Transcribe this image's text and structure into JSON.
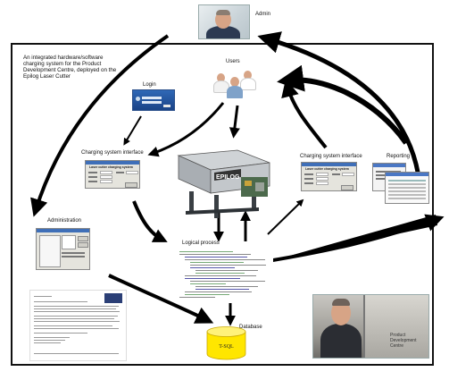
{
  "labels": {
    "admin": "Admin",
    "users": "Users",
    "login": "Login",
    "charging_left": "Charging system interface",
    "charging_right": "Charging system interface",
    "reporting": "Reporting",
    "administration": "Administration",
    "logical_process": "Logical process",
    "database": "Database",
    "db_cylinder_text": "T-SQL",
    "intro_text": "An integrated hardware/software charging system for the Product Development Centre, deployed on the Epilog Laser Cutter"
  },
  "screens": {
    "charging_left_title": "Laser cutter charging system",
    "charging_right_title": "Laser cutter charging system"
  },
  "machine": {
    "brand": "EPILOG"
  },
  "photo_right": {
    "sign_text": "Product Development Centre"
  },
  "colors": {
    "frame": "#111111",
    "arrow": "#000000",
    "db_fill": "#ffe600",
    "login_blue": "#2f68b6",
    "screen_bar": "#3f6fb8"
  }
}
